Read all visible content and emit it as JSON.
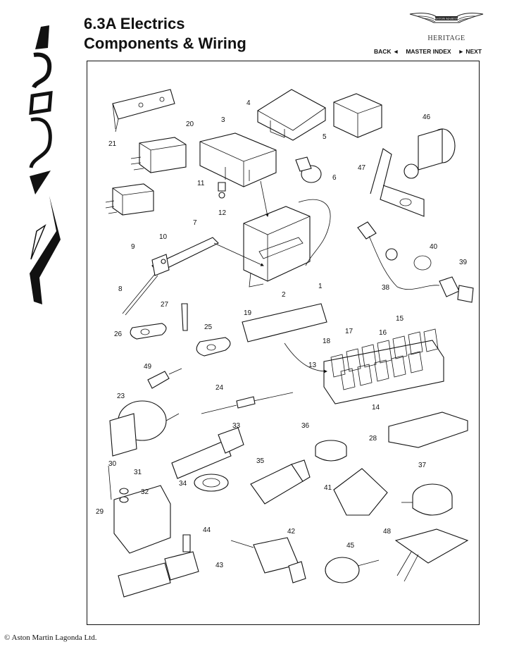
{
  "header": {
    "title_line1": "6.3A Electrics",
    "title_line2": "Components & Wiring",
    "brand_text": "ASTON MARTIN",
    "heritage": "HERITAGE"
  },
  "nav": {
    "back": "BACK ◄",
    "master_index": "MASTER INDEX",
    "next": "► NEXT"
  },
  "side_logo": "Virage",
  "footer": {
    "copyright": "© Aston Martin Lagonda Ltd."
  },
  "diagram": {
    "labels": [
      "1",
      "2",
      "3",
      "4",
      "5",
      "6",
      "7",
      "8",
      "9",
      "10",
      "11",
      "12",
      "13",
      "14",
      "15",
      "16",
      "17",
      "18",
      "19",
      "20",
      "21",
      "23",
      "24",
      "25",
      "26",
      "27",
      "28",
      "29",
      "30",
      "31",
      "32",
      "33",
      "34",
      "35",
      "36",
      "37",
      "38",
      "39",
      "40",
      "41",
      "42",
      "43",
      "44",
      "45",
      "46",
      "47",
      "48",
      "49"
    ]
  }
}
